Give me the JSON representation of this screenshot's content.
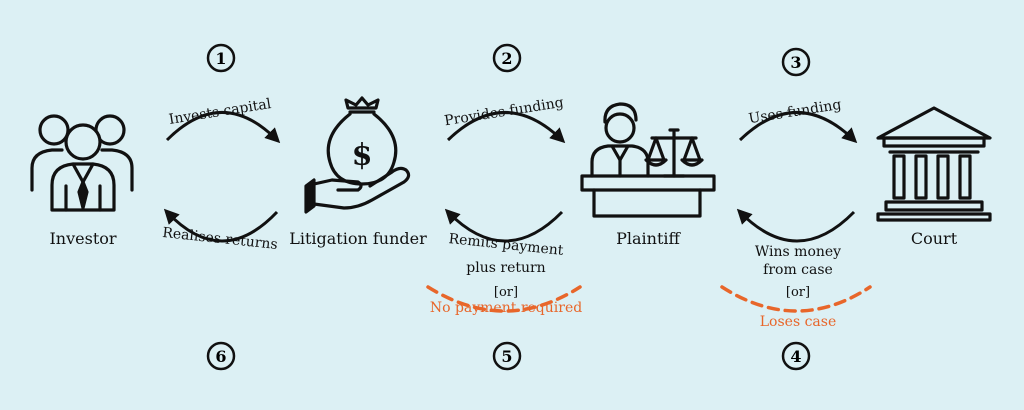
{
  "colors": {
    "background": "#dcf0f4",
    "ink": "#111111",
    "accent": "#e8662a"
  },
  "steps": [
    "1",
    "2",
    "3",
    "4",
    "5",
    "6"
  ],
  "nodes": {
    "investor": {
      "label": "Investor",
      "icon": "people-group-icon"
    },
    "funder": {
      "label": "Litigation funder",
      "icon": "money-bag-hand-icon"
    },
    "plaintiff": {
      "label": "Plaintiff",
      "icon": "person-desk-scales-icon"
    },
    "court": {
      "label": "Court",
      "icon": "courthouse-icon"
    }
  },
  "flows": {
    "invests": "Invests capital",
    "realises": "Realises returns",
    "provides": "Provides funding",
    "remits_1": "Remits payment",
    "remits_2": "plus return",
    "or_left": "[or]",
    "no_payment": "No payment required",
    "uses": "Uses funding",
    "wins_1": "Wins money",
    "wins_2": "from case",
    "or_right": "[or]",
    "loses": "Loses case"
  }
}
